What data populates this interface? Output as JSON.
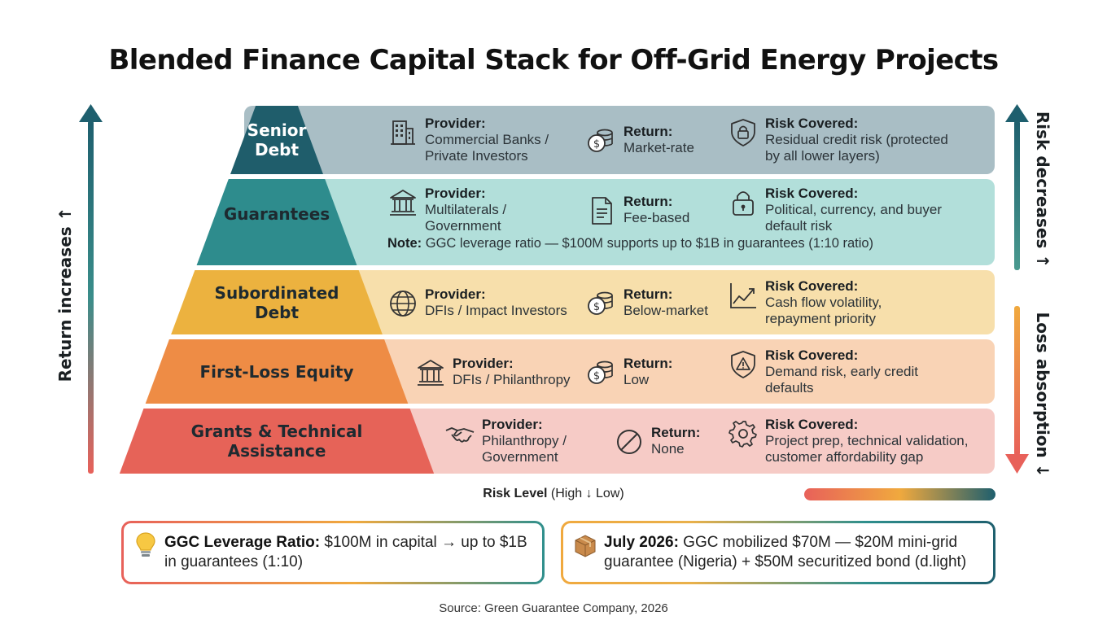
{
  "title": "Blended Finance Capital Stack for Off-Grid Energy Projects",
  "left_axis_label": "Return increases ↑",
  "right_top_label": "Risk decreases ↑",
  "right_bottom_label": "Loss absorption ↓",
  "tiers": [
    {
      "name_lines": [
        "Senior",
        "Debt"
      ],
      "color": "#1f5d6b",
      "band_color": "#a9bec5",
      "provider_label": "Provider:",
      "provider": [
        "Commercial Banks /",
        "Private Investors"
      ],
      "provider_icon": "building-icon",
      "return_label": "Return:",
      "return": [
        "Market-rate"
      ],
      "return_icon": "coin-stack-icon",
      "risk_label": "Risk Covered:",
      "risk": [
        "Residual credit risk (protected",
        "by all lower layers)"
      ],
      "risk_icon": "shield-lock-icon"
    },
    {
      "name_lines": [
        "Guarantees"
      ],
      "color": "#2e8c8d",
      "band_color": "#b2dfda",
      "provider_label": "Provider:",
      "provider": [
        "Multilaterals /",
        "Government"
      ],
      "provider_icon": "institution-icon",
      "return_label": "Return:",
      "return": [
        "Fee-based"
      ],
      "return_icon": "document-icon",
      "risk_label": "Risk Covered:",
      "risk": [
        "Political, currency, and buyer",
        "default risk"
      ],
      "risk_icon": "padlock-icon",
      "note_label": "Note:",
      "note": "GGC leverage ratio — $100M supports up to $1B in guarantees (1:10 ratio)"
    },
    {
      "name_lines": [
        "Subordinated",
        "Debt"
      ],
      "color": "#ecb23f",
      "band_color": "#f7dfab",
      "provider_label": "Provider:",
      "provider": [
        "DFIs / Impact Investors"
      ],
      "provider_icon": "globe-icon",
      "return_label": "Return:",
      "return": [
        "Below-market"
      ],
      "return_icon": "coin-stack-icon",
      "risk_label": "Risk Covered:",
      "risk": [
        "Cash flow volatility,",
        "repayment priority"
      ],
      "risk_icon": "trend-chart-icon"
    },
    {
      "name_lines": [
        "First-Loss Equity"
      ],
      "color": "#ee8c45",
      "band_color": "#f9d3b5",
      "provider_label": "Provider:",
      "provider": [
        "DFIs / Philanthropy"
      ],
      "provider_icon": "institution-icon",
      "return_label": "Return:",
      "return": [
        "Low"
      ],
      "return_icon": "coin-stack-icon",
      "risk_label": "Risk Covered:",
      "risk": [
        "Demand risk, early credit",
        "defaults"
      ],
      "risk_icon": "warning-shield-icon"
    },
    {
      "name_lines": [
        "Grants & Technical",
        "Assistance"
      ],
      "color": "#e66358",
      "band_color": "#f6cbc6",
      "provider_label": "Provider:",
      "provider": [
        "Philanthropy /",
        "Government"
      ],
      "provider_icon": "handshake-icon",
      "return_label": "Return:",
      "return": [
        "None"
      ],
      "return_icon": "none-icon",
      "risk_label": "Risk Covered:",
      "risk": [
        "Project prep, technical validation,",
        "customer affordability gap"
      ],
      "risk_icon": "gear-icon"
    }
  ],
  "risk_axis": {
    "label": "Risk Level",
    "detail": "(High ↓ Low)"
  },
  "cards": [
    {
      "icon": "lightbulb-icon",
      "bold": "GGC Leverage Ratio:",
      "text": " $100M in capital → up to $1B in guarantees (1:10)"
    },
    {
      "icon": "package-icon",
      "bold": "July 2026:",
      "text": " GGC mobilized $70M — $20M mini-grid guarantee (Nigeria) + $50M securitized bond (d.light)"
    }
  ],
  "source": "Source: Green Guarantee Company, 2026"
}
